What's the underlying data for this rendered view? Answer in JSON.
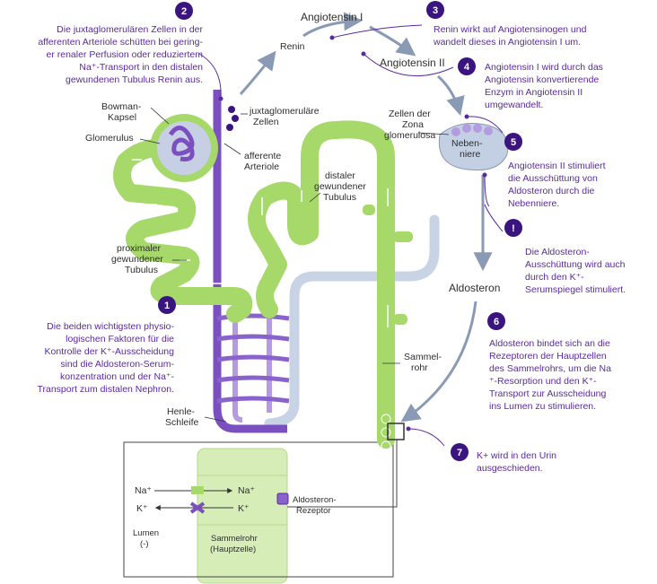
{
  "colors": {
    "tubule": "#a6d96a",
    "tubule_dark": "#7fc241",
    "loop": "#7b4fc0",
    "loop_light": "#b59be0",
    "collecting_pale": "#c8d4e6",
    "glomerulus": "#c6cfe4",
    "adrenal": "#c3cfe2",
    "arrow": "#8a9ab5",
    "callout_text": "#5a2a9c",
    "badge": "#3a1580",
    "cell": "#d6edb7"
  },
  "labels": {
    "angiotensin1": "Angiotensin I",
    "angiotensin2": "Angiotensin II",
    "renin": "Renin",
    "aldosterone": "Aldosteron",
    "bowman_l1": "Bowman-",
    "bowman_l2": "Kapsel",
    "glomerulus": "Glomerulus",
    "juxta_l1": "juxtaglomeruläre",
    "juxta_l2": "Zellen",
    "afferent_l1": "afferente",
    "afferent_l2": "Arteriole",
    "zona_l1": "Zellen der",
    "zona_l2": "Zona",
    "zona_l3": "glomerulosa",
    "adrenal_l1": "Neben-",
    "adrenal_l2": "niere",
    "distal_l1": "distaler",
    "distal_l2": "gewundener",
    "distal_l3": "Tubulus",
    "proximal_l1": "proximaler",
    "proximal_l2": "gewundener",
    "proximal_l3": "Tubulus",
    "collecting_l1": "Sammel-",
    "collecting_l2": "rohr",
    "henle_l1": "Henle-",
    "henle_l2": "Schleife"
  },
  "callouts": {
    "c1": {
      "badge": "1",
      "lines": [
        "Die beiden wichtigsten physio-",
        "logischen Faktoren für die",
        "Kontrolle der K⁺-Ausscheidung",
        "sind die Aldosteron-Serum-",
        "konzentration und der Na⁺-",
        "Transport zum distalen Nephron."
      ]
    },
    "c2": {
      "badge": "2",
      "lines": [
        "Die juxtaglomerulären Zellen in der",
        "afferenten Arteriole schütten bei gering-",
        "er renaler Perfusion oder reduziertem",
        "Na⁺-Transport in den distalen",
        "gewundenen Tubulus Renin aus."
      ]
    },
    "c3": {
      "badge": "3",
      "lines": [
        "Renin wirkt auf Angiotensinogen und",
        "wandelt dieses in Angiotensin I um."
      ]
    },
    "c4": {
      "badge": "4",
      "lines": [
        "Angiotensin I wird durch das",
        "Angiotensin konvertierende",
        "Enzym in Angiotensin II",
        "umgewandelt."
      ]
    },
    "c5": {
      "badge": "5",
      "lines": [
        "Angiotensin II stimuliert",
        "die Ausschüttung von",
        "Aldosteron durch die",
        "Nebenniere."
      ]
    },
    "c_excl": {
      "badge": "!",
      "lines": [
        "Die Aldosteron-",
        "Ausschüttung wird auch",
        "durch den K⁺-",
        "Serumspiegel stimuliert."
      ]
    },
    "c6": {
      "badge": "6",
      "lines": [
        "Aldosteron bindet sich an die",
        "Rezeptoren der Hauptzellen",
        "des Sammelrohrs, um die Na",
        "⁺-Resorption und den K⁺-",
        "Transport zur Ausscheidung",
        "ins Lumen zu stimulieren."
      ]
    },
    "c7": {
      "badge": "7",
      "lines": [
        "K+ wird in den Urin",
        "ausgeschieden."
      ]
    }
  },
  "inset": {
    "na_left": "Na⁺",
    "na_right": "Na⁺",
    "k_left": "K⁺",
    "k_right": "K⁺",
    "receptor_l1": "Aldosteron-",
    "receptor_l2": "Rezeptor",
    "lumen_l1": "Lumen",
    "lumen_l2": "(-)",
    "cell_l1": "Sammelrohr",
    "cell_l2": "(Hauptzelle)"
  }
}
